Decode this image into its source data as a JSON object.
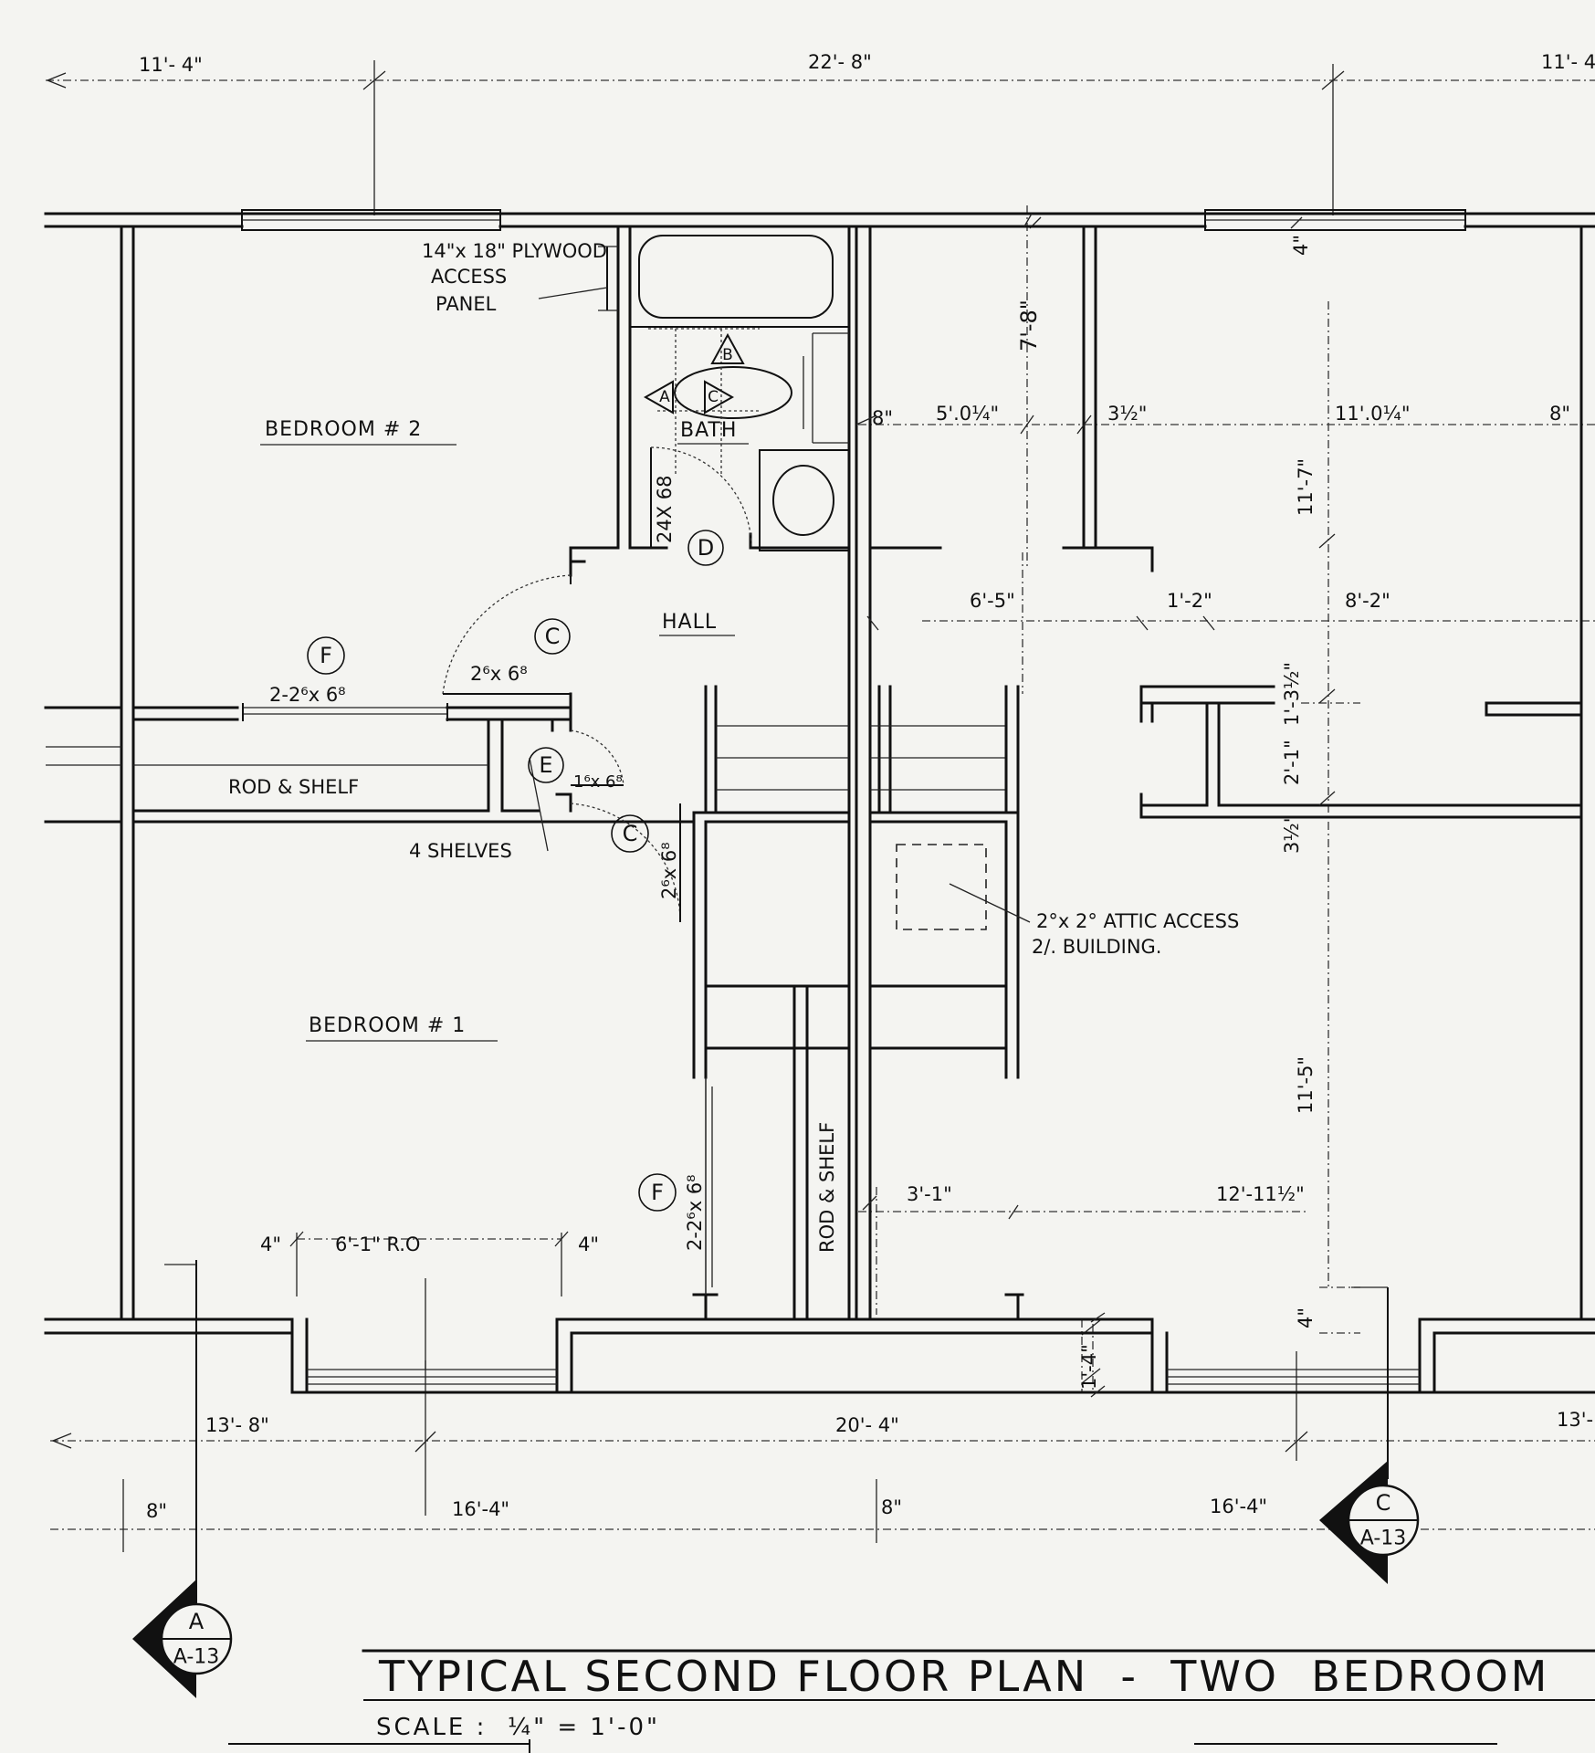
{
  "title": "TYPICAL SECOND FLOOR PLAN  -  TWO  BEDROOM",
  "scale": "SCALE :  ¼\" = 1'-0\"",
  "rooms": {
    "bedroom2": "BEDROOM # 2",
    "bedroom1": "BEDROOM # 1",
    "bath": "BATH",
    "hall": "HALL"
  },
  "notes": {
    "access_panel_1": "14\"x 18\" PLYWOOD",
    "access_panel_2": "ACCESS",
    "access_panel_3": "PANEL",
    "rod_shelf_1": "ROD & SHELF",
    "rod_shelf_2": "ROD & SHELF",
    "four_shelves": "4 SHELVES",
    "attic_1": "2°x 2° ATTIC ACCESS",
    "attic_2": "2/. BUILDING."
  },
  "door_sizes": {
    "bath_door": "24X 68",
    "bed2_closet": "2-2⁶x 6⁸",
    "hall_closet": "2⁶x 6⁸",
    "linen": "1⁶x 6⁸",
    "bed1_door": "2⁶x 6⁸",
    "bed1_closet": "2-2⁶x 6⁸"
  },
  "door_tags": {
    "d": "D",
    "c1": "C",
    "f1": "F",
    "e": "E",
    "c2": "C",
    "f2": "F",
    "a": "A",
    "b": "B",
    "c3": "C"
  },
  "dimensions": {
    "top_left": "11'- 4\"",
    "top_mid": "22'- 8\"",
    "top_right": "11'- 4",
    "d_8_top": "8\"",
    "d_5_0_quarter": "5'.0¼\"",
    "d_3_half": "3½\"",
    "d_11_0_quarter": "11'.0¼\"",
    "d_8_edge": "8\"",
    "d_7_8": "7'-8\"",
    "d_4": "4\"",
    "d_11_7": "11'-7\"",
    "d_6_5": "6'-5\"",
    "d_1_2": "1'-2\"",
    "d_8_2": "8'-2\"",
    "d_1_3_half": "1'-3½\"",
    "d_2_1": "2'-1\"",
    "d_3_half_b": "3½\"",
    "d_11_5": "11'-5\"",
    "d_3_1": "3'-1\"",
    "d_12_11_half": "12'-11½\"",
    "d_4_left": "4\"",
    "d_6_1_ro": "6'-1\" R.O",
    "d_4_right": "4\"",
    "d_1_4": "1'-4\"",
    "d_4_b": "4\"",
    "d_13_8": "13'- 8\"",
    "d_20_4": "20'- 4\"",
    "d_13_right": "13'-",
    "d_8_bottom_left": "8\"",
    "d_16_4_left": "16'-4\"",
    "d_8_bottom_mid": "8\"",
    "d_16_4_right": "16'-4\""
  },
  "section_markers": [
    {
      "letter": "A",
      "sheet": "A-13"
    },
    {
      "letter": "C",
      "sheet": "A-13"
    }
  ]
}
